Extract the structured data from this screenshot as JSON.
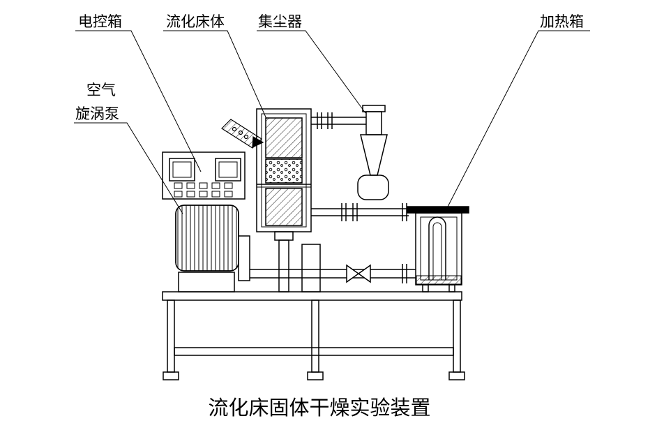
{
  "caption": "流化床固体干燥实验装置",
  "labels": {
    "control_box": "电控箱",
    "fluidized_bed": "流化床体",
    "dust_collector": "集尘器",
    "heating_box": "加热箱",
    "air_pump_line1": "空气",
    "air_pump_line2": "旋涡泵"
  },
  "colors": {
    "line": "#000000",
    "background": "#ffffff"
  }
}
